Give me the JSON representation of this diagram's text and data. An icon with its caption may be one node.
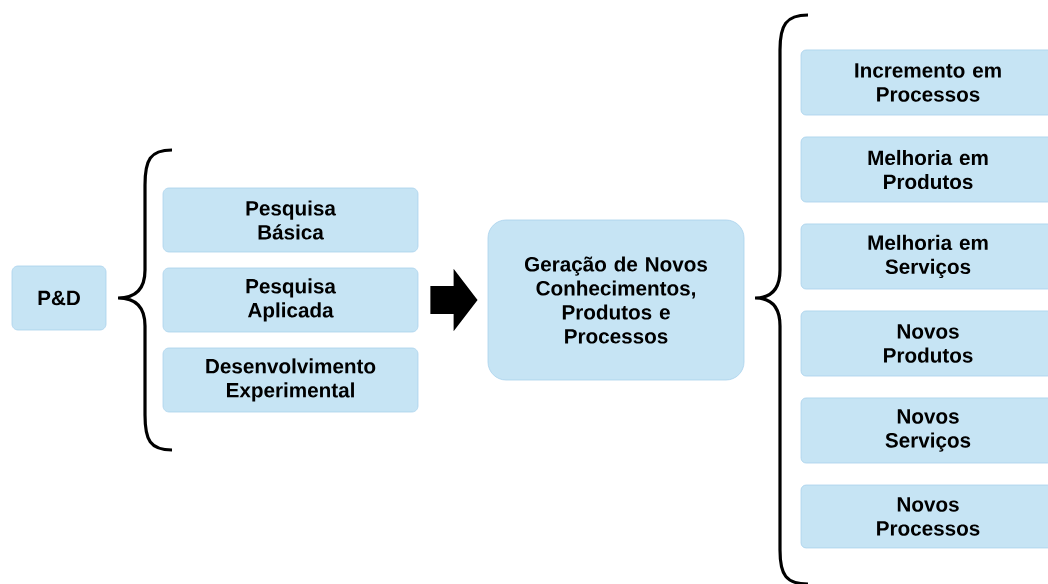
{
  "diagram": {
    "nodes": [
      {
        "text": [
          "P&D"
        ]
      },
      {
        "text": [
          "Pesquisa Básica"
        ]
      },
      {
        "text": [
          "Pesquisa Aplicada"
        ]
      },
      {
        "text": [
          "Desenvolvimento Experimental"
        ]
      },
      {
        "text": [
          "Geração de Novos Conhecimentos, Produtos e Processos"
        ]
      },
      {
        "text": [
          "Incremento em Processos"
        ]
      },
      {
        "text": [
          "Melhoria em Produtos"
        ]
      },
      {
        "text": [
          "Melhoria em Serviços"
        ]
      },
      {
        "text": [
          "Novos Produtos"
        ]
      },
      {
        "text": [
          "Novos Serviços"
        ]
      },
      {
        "text": [
          "Novos Processos"
        ]
      }
    ],
    "edges": [
      {
        "from": 2,
        "to": 4,
        "arrow": "to"
      }
    ]
  }
}
